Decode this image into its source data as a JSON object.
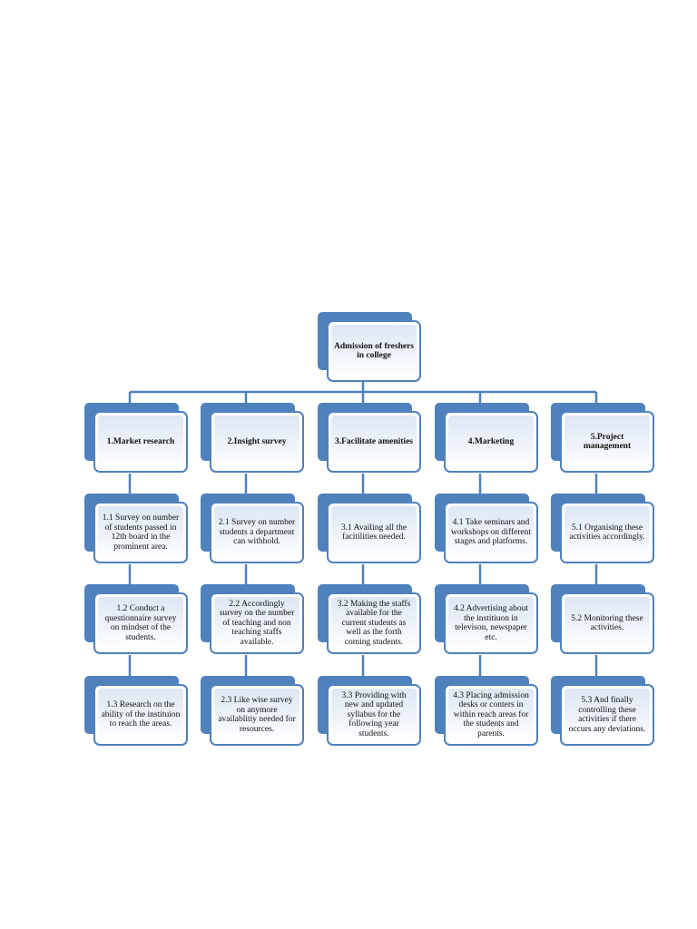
{
  "colors": {
    "accent": "#4f81bd",
    "line": "#4f81bd"
  },
  "diagram": {
    "root": "Admission of freshers in college",
    "columns": [
      {
        "header": "1.Market research",
        "items": [
          "1.1 Survey on number of students passed in 12th board in the prominent area.",
          "1.2 Conduct a questionnaire survey on mindset of the students.",
          "1.3 Research on the ability of the instituion to reach the areas."
        ]
      },
      {
        "header": "2.Insight survey",
        "items": [
          "2.1 Survey on number students a department can withhold.",
          "2.2 Accordingly survey on the number of teaching and non teaching staffs available.",
          "2.3 Like wise survey on anymore availablitiy needed for resources."
        ]
      },
      {
        "header": "3.Facilitate amenities",
        "items": [
          "3.1 Availing all the facitilities needed.",
          "3.2 Making the staffs available for the current students as well as the forth coming students.",
          "3.3 Providing with new and updated syllabus for the following year students."
        ]
      },
      {
        "header": "4.Marketing",
        "items": [
          "4.1 Take seminars and workshops on different stages and platforms.",
          "4.2 Advertising about the institiuon in televison, newspaper etc.",
          "4.3 Placing admission desks or conters in within reach areas for the students and parents."
        ]
      },
      {
        "header": "5.Project management",
        "items": [
          "5.1 Organising these activities accordingly.",
          "5.2 Monitoring these activities.",
          "5.3 And finally controlling these activities if there occurs any deviations."
        ]
      }
    ]
  }
}
